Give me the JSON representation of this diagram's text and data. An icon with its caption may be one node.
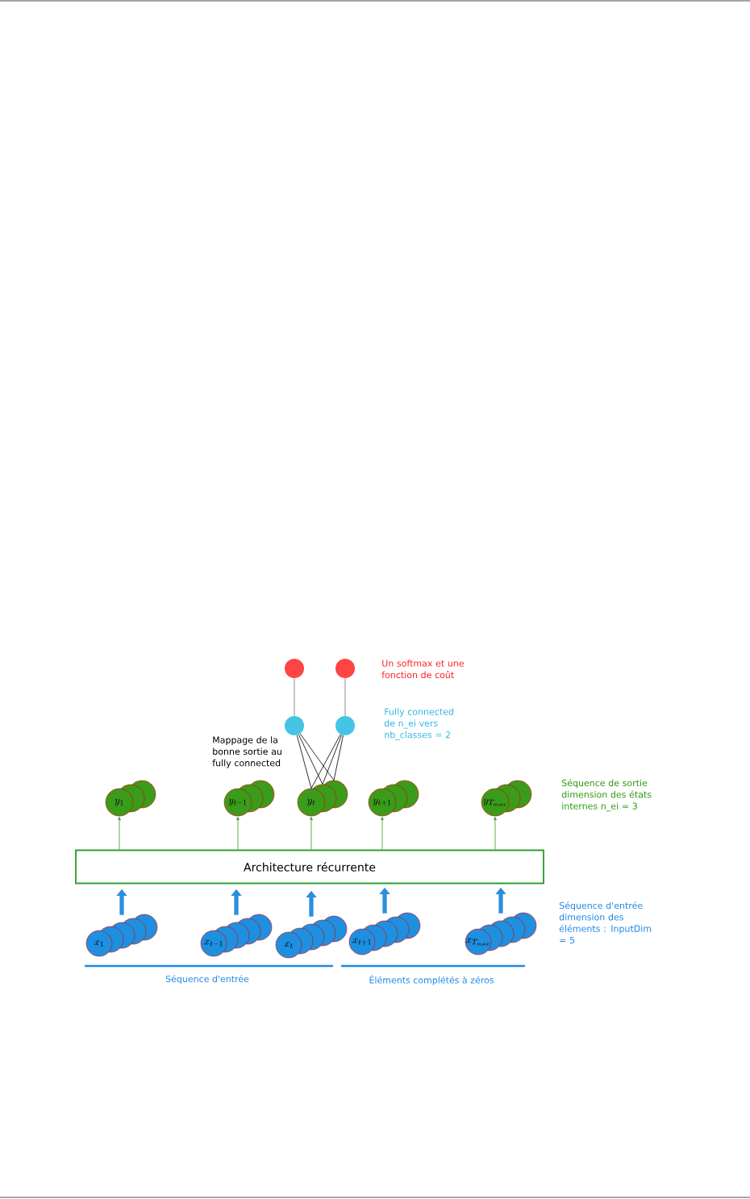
{
  "diagram": {
    "nodes": [
      {
        "text": [],
        "shape": "circle"
      },
      {
        "text": [],
        "shape": "circle"
      },
      {
        "text": [],
        "shape": "circle"
      },
      {
        "text": [],
        "shape": "circle"
      },
      {
        "text": [
          "y_1"
        ]
      },
      {
        "text": [
          "y_{t-1}"
        ]
      },
      {
        "text": [
          "y_t"
        ]
      },
      {
        "text": [
          "y_{t+1}"
        ]
      },
      {
        "text": [
          "y_{T_{max}}"
        ]
      },
      {
        "text": [
          "Architecture récurrente"
        ]
      },
      {
        "text": [
          "x_1"
        ]
      },
      {
        "text": [
          "x_{t-1}"
        ]
      },
      {
        "text": [
          "x_t"
        ]
      },
      {
        "text": [
          "x_{t+1}"
        ]
      },
      {
        "text": [
          "x_{T_{max}}"
        ]
      }
    ],
    "edges": [
      {
        "from": 0,
        "to": 2,
        "arrow": "none",
        "color": "#707070"
      },
      {
        "from": 1,
        "to": 3,
        "arrow": "none",
        "color": "#707070"
      },
      {
        "from": 2,
        "to": 6,
        "arrow": "none",
        "color": "#000000"
      },
      {
        "from": 2,
        "to": 6,
        "arrow": "none",
        "color": "#000000"
      },
      {
        "from": 2,
        "to": 6,
        "arrow": "none",
        "color": "#000000"
      },
      {
        "from": 3,
        "to": 6,
        "arrow": "none",
        "color": "#000000"
      },
      {
        "from": 3,
        "to": 6,
        "arrow": "none",
        "color": "#000000"
      },
      {
        "from": 3,
        "to": 6,
        "arrow": "none",
        "color": "#000000"
      },
      {
        "from": 9,
        "to": 4,
        "arrow": "to",
        "color": "#3a9c1a"
      },
      {
        "from": 9,
        "to": 5,
        "arrow": "to",
        "color": "#3a9c1a"
      },
      {
        "from": 9,
        "to": 6,
        "arrow": "to",
        "color": "#3a9c1a"
      },
      {
        "from": 9,
        "to": 7,
        "arrow": "to",
        "color": "#3a9c1a"
      },
      {
        "from": 9,
        "to": 8,
        "arrow": "to",
        "color": "#3a9c1a"
      },
      {
        "from": 10,
        "to": 9,
        "arrow": "to",
        "style": "thick",
        "color": "#2b8fdc"
      },
      {
        "from": 11,
        "to": 9,
        "arrow": "to",
        "style": "thick",
        "color": "#2b8fdc"
      },
      {
        "from": 12,
        "to": 9,
        "arrow": "to",
        "style": "thick",
        "color": "#2b8fdc"
      },
      {
        "from": 13,
        "to": 9,
        "arrow": "to",
        "style": "thick",
        "color": "#2b8fdc"
      },
      {
        "from": 14,
        "to": 9,
        "arrow": "to",
        "style": "thick",
        "color": "#2b8fdc"
      }
    ],
    "labels": [
      "Un softmax et une fonction de coût",
      "Fully connected de n_ei vers nb_classes = 2",
      "Mappage de la bonne sortie au fully connected",
      "Séquence de sortie dimension des états internes n_ei = 3",
      "Séquence d'entrée dimension des éléments : InputDim = 5",
      "Séquence d'entrée",
      "Éléments complétés à zéros"
    ]
  }
}
